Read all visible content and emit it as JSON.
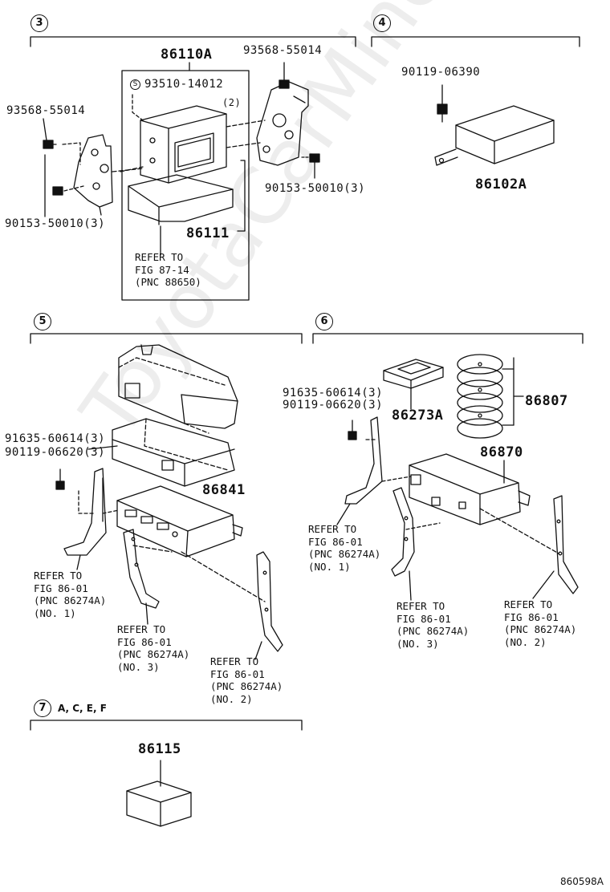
{
  "watermark": "ToyotaCarMine.ru",
  "diagram_id": "860598A",
  "sections": {
    "s3": {
      "num": "3"
    },
    "s4": {
      "num": "4"
    },
    "s5": {
      "num": "5"
    },
    "s6": {
      "num": "6"
    },
    "s7": {
      "num": "7",
      "sub": "A, C, E, F"
    }
  },
  "parts": {
    "p86110A": "86110A",
    "p93510_s": "S",
    "p93510": "93510-14012",
    "p93510_qty": "(2)",
    "p93568_r": "93568-55014",
    "p93568_l": "93568-55014",
    "p90153_l": "90153-50010(3)",
    "p90153_r": "90153-50010(3)",
    "p86111": "86111",
    "p90119_4": "90119-06390",
    "p86102A": "86102A",
    "p91635_5": "91635-60614(3)",
    "p90119_5": "90119-06620(3)",
    "p86841": "86841",
    "p91635_6": "91635-60614(3)",
    "p90119_6": "90119-06620(3)",
    "p86273A": "86273A",
    "p86807": "86807",
    "p86870": "86870",
    "p86115": "86115"
  },
  "notes": {
    "n3": "REFER TO\nFIG 87-14\n(PNC 88650)",
    "n5a": "REFER TO\nFIG 86-01\n(PNC 86274A)\n(NO. 1)",
    "n5b": "REFER TO\nFIG 86-01\n(PNC 86274A)\n(NO. 3)",
    "n5c": "REFER TO\nFIG 86-01\n(PNC 86274A)\n(NO. 2)",
    "n6a": "REFER TO\nFIG 86-01\n(PNC 86274A)\n(NO. 1)",
    "n6b": "REFER TO\nFIG 86-01\n(PNC 86274A)\n(NO. 3)",
    "n6c": "REFER TO\nFIG 86-01\n(PNC 86274A)\n(NO. 2)"
  }
}
